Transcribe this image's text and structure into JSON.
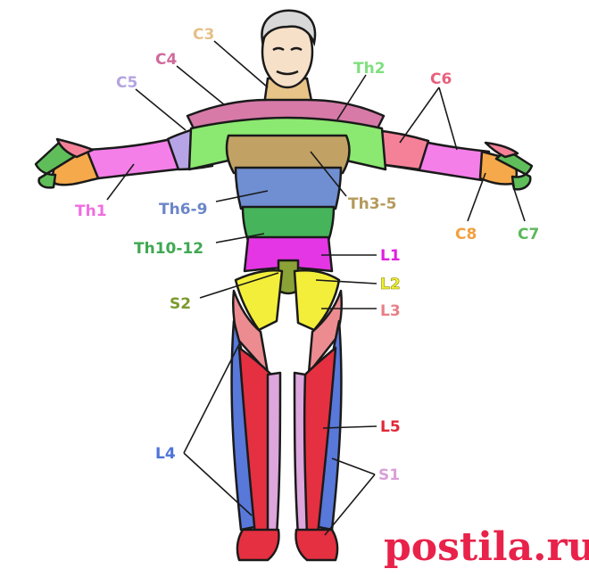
{
  "labels": {
    "c3": {
      "text": "C3",
      "color": "#E6C08A"
    },
    "c4": {
      "text": "C4",
      "color": "#D06A9C"
    },
    "c5": {
      "text": "C5",
      "color": "#B4A4E0"
    },
    "th2": {
      "text": "Th2",
      "color": "#7EE07E"
    },
    "c6": {
      "text": "C6",
      "color": "#E8607C"
    },
    "th1": {
      "text": "Th1",
      "color": "#F06EE0"
    },
    "th69": {
      "text": "Th6-9",
      "color": "#6B86C8"
    },
    "th35": {
      "text": "Th3-5",
      "color": "#B59A5C"
    },
    "c8": {
      "text": "C8",
      "color": "#F2A040"
    },
    "c7": {
      "text": "C7",
      "color": "#5DB85A"
    },
    "th1012": {
      "text": "Th10-12",
      "color": "#3FA852"
    },
    "l1": {
      "text": "L1",
      "color": "#E020E0"
    },
    "l2": {
      "text": "L2",
      "color": "#F0F030"
    },
    "s2": {
      "text": "S2",
      "color": "#7B9A2C"
    },
    "l3": {
      "text": "L3",
      "color": "#E88088"
    },
    "l4": {
      "text": "L4",
      "color": "#4F74D8"
    },
    "l5": {
      "text": "L5",
      "color": "#E02838"
    },
    "s1": {
      "text": "S1",
      "color": "#D9A0D8"
    }
  },
  "watermark": {
    "text": "postila.ru",
    "color": "#E8224A"
  },
  "colors": {
    "skin": "#F6E0C8",
    "hair": "#D8D8D8",
    "outline": "#1A1A1A"
  }
}
